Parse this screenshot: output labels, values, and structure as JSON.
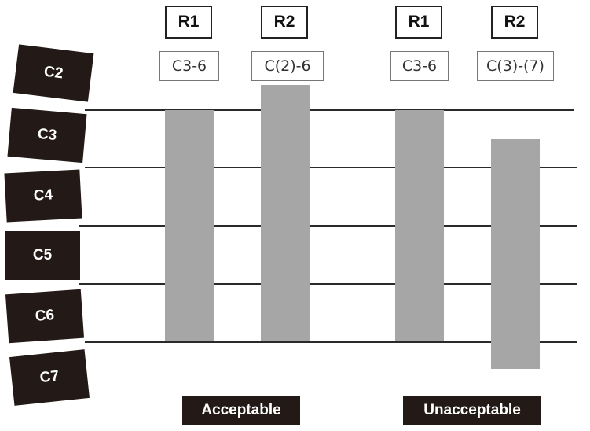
{
  "vertebrae": [
    {
      "label": "C2"
    },
    {
      "label": "C3"
    },
    {
      "label": "C4"
    },
    {
      "label": "C5"
    },
    {
      "label": "C6"
    },
    {
      "label": "C7"
    }
  ],
  "columns": [
    {
      "rod": "R1",
      "range": "C3-6"
    },
    {
      "rod": "R2",
      "range": "C(2)-6"
    },
    {
      "rod": "R1",
      "range": "C3-6"
    },
    {
      "rod": "R2",
      "range": "C(3)-(7)"
    }
  ],
  "verdicts": {
    "acceptable": "Acceptable",
    "unacceptable": "Unacceptable"
  },
  "colors": {
    "vertebra": "#231a17",
    "bar": "#a6a6a6",
    "line": "#2a2a2a"
  }
}
